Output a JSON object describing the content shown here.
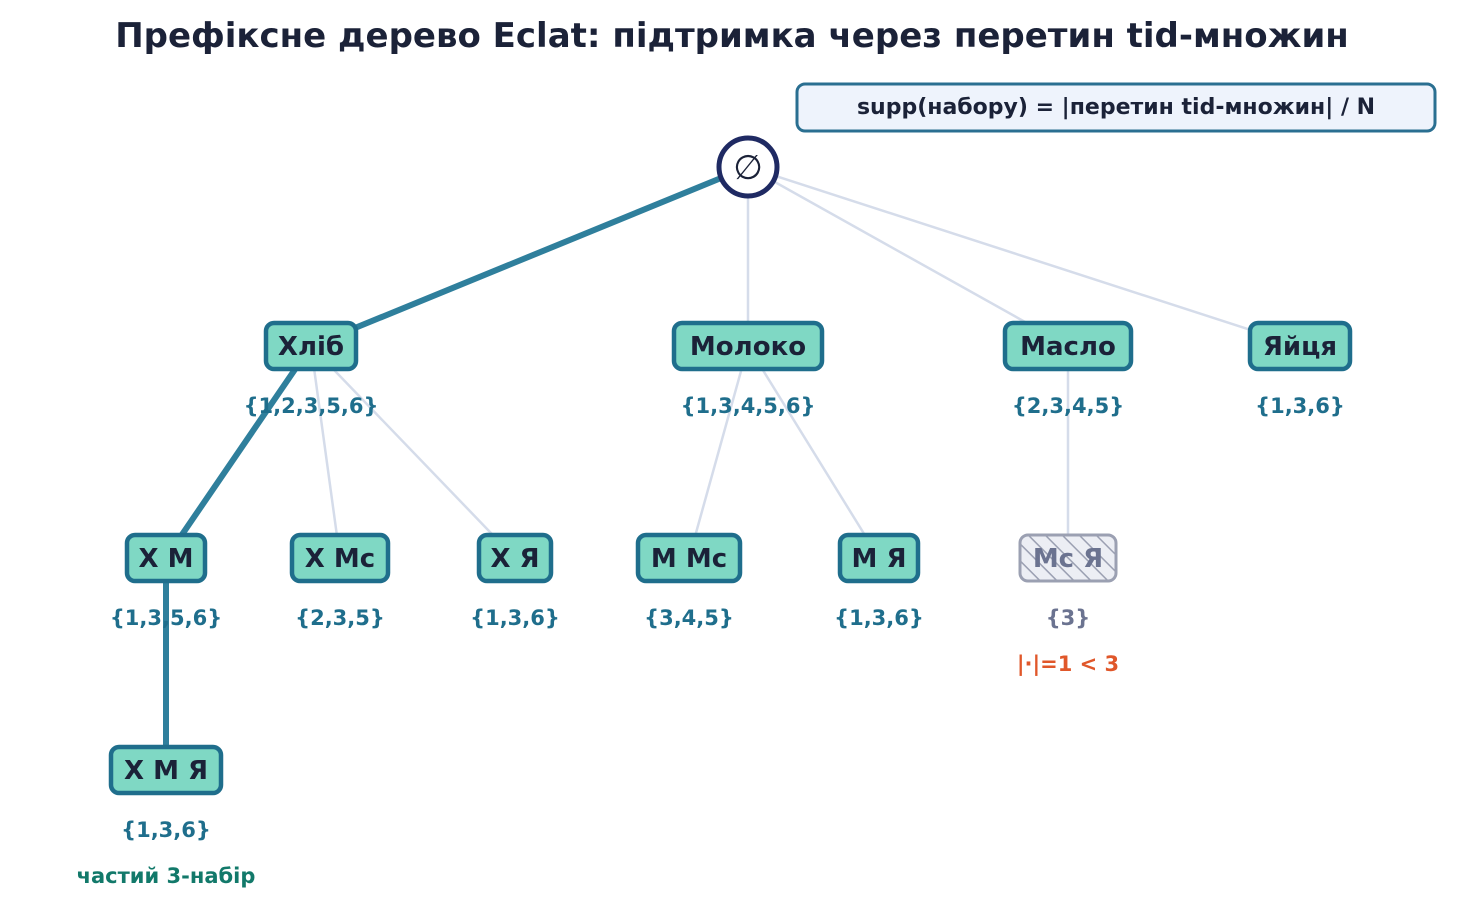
{
  "title": "Префіксне дерево Eclat: підтримка через перетин tid-множин",
  "formula": "supp(набору) = |перетин tid-множин| / N",
  "colors": {
    "node_fill": "#7fd8c4",
    "node_border": "#1f6e8c",
    "root_border": "#1f2a63",
    "edge_highlight": "#2f7f9c",
    "edge_normal": "#d5dcea",
    "pruned_fill": "#eceef4",
    "pruned_border": "#9ba0b2",
    "formula_fill": "#eef3fc",
    "formula_border": "#2a6f91",
    "pruned_note": "#e0572a",
    "frequent_note": "#12796a"
  },
  "root": {
    "id": "root",
    "label": "∅"
  },
  "nodes": [
    {
      "id": "h",
      "label": "Хліб",
      "tid": "{1,2,3,5,6}",
      "parent": "root",
      "pruned": false
    },
    {
      "id": "m",
      "label": "Молоко",
      "tid": "{1,3,4,5,6}",
      "parent": "root",
      "pruned": false
    },
    {
      "id": "mc",
      "label": "Масло",
      "tid": "{2,3,4,5}",
      "parent": "root",
      "pruned": false
    },
    {
      "id": "ya",
      "label": "Яйця",
      "tid": "{1,3,6}",
      "parent": "root",
      "pruned": false
    },
    {
      "id": "hm",
      "label": "Х М",
      "tid": "{1,3,5,6}",
      "parent": "h",
      "pruned": false
    },
    {
      "id": "hmc",
      "label": "Х Мс",
      "tid": "{2,3,5}",
      "parent": "h",
      "pruned": false
    },
    {
      "id": "hya",
      "label": "Х Я",
      "tid": "{1,3,6}",
      "parent": "h",
      "pruned": false
    },
    {
      "id": "mmc",
      "label": "М Мс",
      "tid": "{3,4,5}",
      "parent": "m",
      "pruned": false
    },
    {
      "id": "mya",
      "label": "М Я",
      "tid": "{1,3,6}",
      "parent": "m",
      "pruned": false
    },
    {
      "id": "mcya",
      "label": "Мс Я",
      "tid": "{3}",
      "parent": "mc",
      "pruned": true,
      "note": "|·|=1 < 3"
    },
    {
      "id": "hmya",
      "label": "Х М Я",
      "tid": "{1,3,6}",
      "parent": "hm",
      "pruned": false,
      "note": "частий 3-набір"
    }
  ],
  "highlight_path": [
    "root",
    "h",
    "hm",
    "hmya"
  ]
}
